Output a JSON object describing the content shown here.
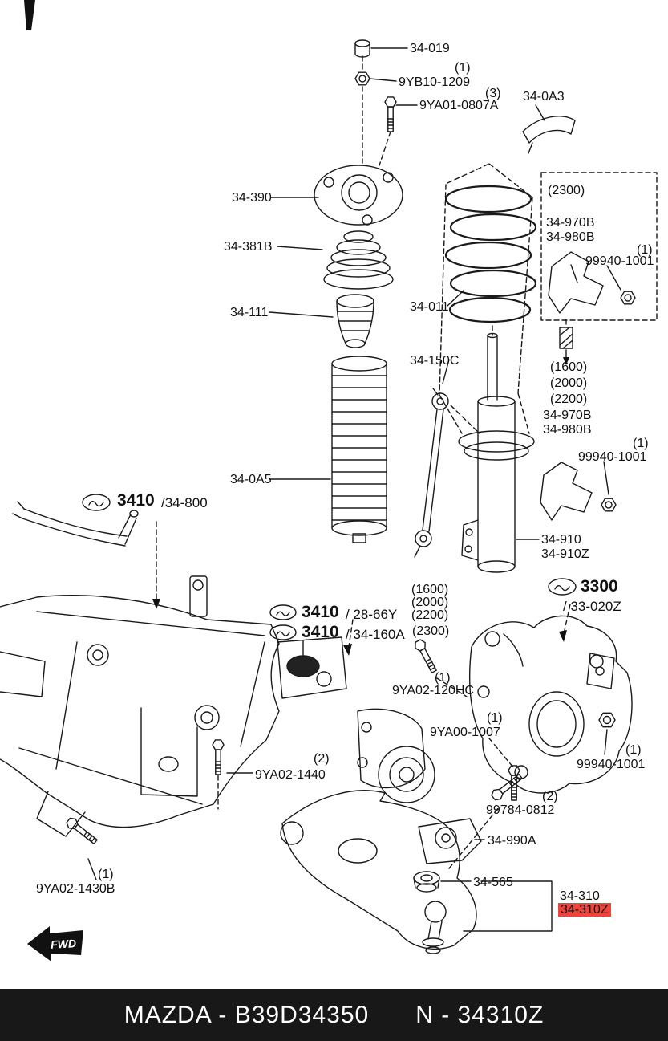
{
  "labels": {
    "p34_019": "34-019",
    "q1_a": "(1)",
    "p9yb10_1209": "9YB10-1209",
    "q3": "(3)",
    "p9ya01_0807a": "9YA01-0807A",
    "p34_0a3": "34-0A3",
    "p34_390": "34-390",
    "p34_381b": "34-381B",
    "p34_111": "34-111",
    "p34_011": "34-011",
    "spec2300_box": "(2300)",
    "p34_970b_a": "34-970B",
    "p34_980b_a": "34-980B",
    "q1_b": "(1)",
    "p99940_1001_a": "99940-1001",
    "p34_150c": "34-150C",
    "s1600_a": "(1600)",
    "s2000_a": "(2000)",
    "s2200_a": "(2200)",
    "p34_970b_b": "34-970B",
    "p34_980b_b": "34-980B",
    "q1_c": "(1)",
    "p99940_1001_b": "99940-1001",
    "p34_0a5": "34-0A5",
    "g3410": "3410",
    "g34_800": "/34-800",
    "p34_910": "34-910",
    "p34_910z": "34-910Z",
    "s1600_b": "(1600)",
    "s2000_b": "(2000)",
    "s2200_b": "(2200)",
    "g3410_b": "3410",
    "g28_66y": "/ 28-66Y",
    "g3410_c": "3410",
    "g34_160a": "/ 34-160A",
    "s2300_b": "(2300)",
    "g3300": "3300",
    "g33_020z": "/ 33-020Z",
    "q1_d": "(1)",
    "p9ya02_120hc": "9YA02-120HC",
    "q1_e": "(1)",
    "p9ya00_1007": "9YA00-1007",
    "q1_f": "(1)",
    "p99940_1001_c": "99940-1001",
    "q2_a": "(2)",
    "p9ya02_1440": "9YA02-1440",
    "q2_b": "(2)",
    "p99784_0812": "99784-0812",
    "p34_990a": "34-990A",
    "p34_565": "34-565",
    "p34_310": "34-310",
    "p34_310z": "34-310Z",
    "q1_g": "(1)",
    "p9ya02_1430b": "9YA02-1430B"
  },
  "fwd": {
    "label": "FWD"
  },
  "footer": {
    "left": "MAZDA - B39D34350",
    "right": "N - 34310Z"
  },
  "colors": {
    "highlight": "#f0433a",
    "line": "#1a1a1a",
    "footer_bg": "#181818"
  }
}
